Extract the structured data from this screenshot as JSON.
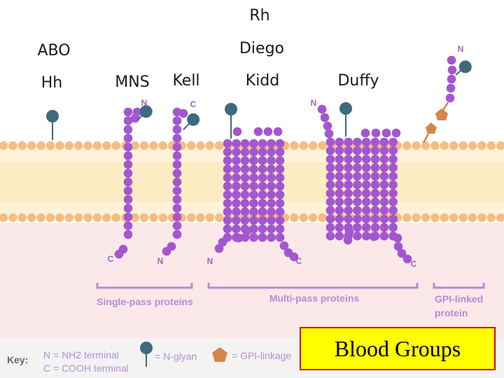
{
  "groups": {
    "rh": "Rh",
    "abo": "ABO",
    "diego": "Diego",
    "hh": "Hh",
    "mns": "MNS",
    "kell": "Kell",
    "kidd": "Kidd",
    "duffy": "Duffy"
  },
  "terminals": {
    "mns_top": "N",
    "mns_bottom": "C",
    "kell_top": "C",
    "kell_bottom": "N",
    "kidd_bottom_left": "N",
    "kidd_bottom_right": "C",
    "duffy_top": "N",
    "duffy_bottom": "C",
    "gpi_top": "N"
  },
  "brackets": {
    "single_pass": "Single-pass proteins",
    "multi_pass": "Multi-pass proteins",
    "gpi_linked_1": "GPI-linked",
    "gpi_linked_2": "protein"
  },
  "key": {
    "title": "Key:",
    "n_terminal": "N = NH2 terminal",
    "c_terminal": "C = COOH terminal",
    "n_glycan": "= N-glyan",
    "gpi_linkage": "= GPI-linkage"
  },
  "title": "Blood Groups",
  "colors": {
    "membrane": "#fdf2d8",
    "lipid_head": "#f4bd82",
    "cytoplasm": "#fbe9e9",
    "protein": "#a456cf",
    "glycan": "#3e6a7c",
    "gpi": "#d2874a",
    "title_bg": "#ffff00",
    "title_border": "#e00000"
  }
}
